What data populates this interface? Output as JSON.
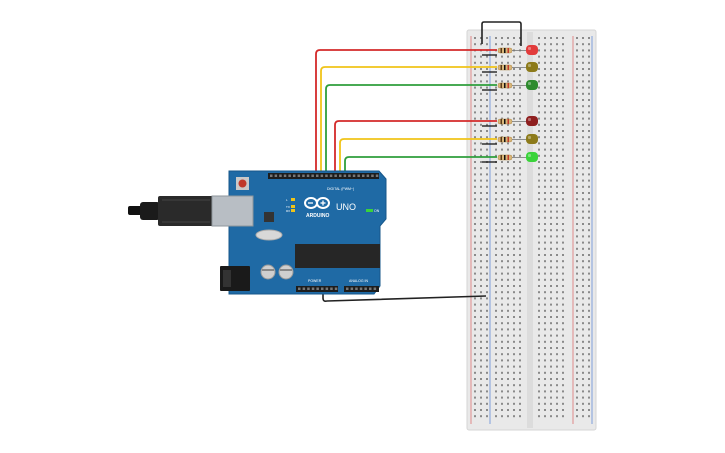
{
  "board": {
    "brand": "ARDUINO",
    "model": "UNO",
    "on_label": "ON",
    "tx_label": "TX",
    "rx_label": "RX",
    "l_label": "L",
    "digital_label": "DIGITAL (PWM~)",
    "power_label": "POWER",
    "analog_label": "ANALOG IN",
    "pcb_color": "#1f6aa5",
    "header_color": "#1d1d1d"
  },
  "breadboard": {
    "color": "#e9e9e9",
    "rail_red": "#d94a4a",
    "rail_blue": "#3a6fd1"
  },
  "leds": [
    {
      "name": "red-led-1",
      "color": "#e23b3b"
    },
    {
      "name": "yellow-led-1",
      "color": "#8c7a1a"
    },
    {
      "name": "green-led-1",
      "color": "#2e8b2e"
    },
    {
      "name": "red-led-2",
      "color": "#8e1e1e"
    },
    {
      "name": "yellow-led-2",
      "color": "#8c7a1a"
    },
    {
      "name": "green-led-2",
      "color": "#3ad33a"
    }
  ],
  "wires": {
    "red": "#d42a2a",
    "yellow": "#f0c419",
    "green": "#2f9e3c",
    "black": "#222222"
  }
}
